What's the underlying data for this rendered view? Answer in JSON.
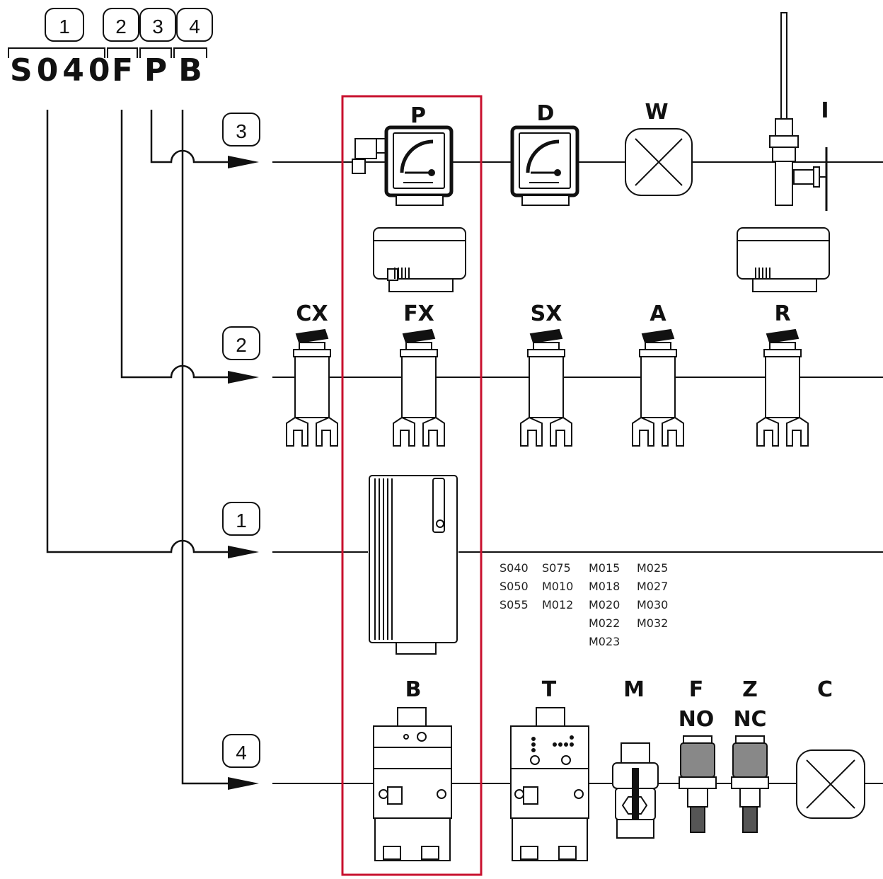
{
  "header": {
    "code_segments": [
      {
        "num": "1",
        "text": "S040"
      },
      {
        "num": "2",
        "text": "F"
      },
      {
        "num": "3",
        "text": "P"
      },
      {
        "num": "4",
        "text": "B"
      }
    ]
  },
  "rows": {
    "row3": {
      "marker": "3",
      "items": [
        "P",
        "D",
        "W",
        "I"
      ]
    },
    "row2": {
      "marker": "2",
      "items": [
        "CX",
        "FX",
        "SX",
        "A",
        "R"
      ]
    },
    "row1": {
      "marker": "1"
    },
    "row4": {
      "marker": "4",
      "items": [
        "B",
        "T",
        "M",
        "F",
        "Z",
        "C"
      ],
      "sub_labels": {
        "F": "NO",
        "Z": "NC"
      }
    }
  },
  "model_list": {
    "col1": [
      "S040",
      "S050",
      "S055"
    ],
    "col2": [
      "S075",
      "M010",
      "M012"
    ],
    "col3": [
      "M015",
      "M018",
      "M020",
      "M022",
      "M023"
    ],
    "col4": [
      "M025",
      "M027",
      "M030",
      "M032"
    ]
  },
  "colors": {
    "highlight": "#c8102e",
    "line": "#111111"
  }
}
